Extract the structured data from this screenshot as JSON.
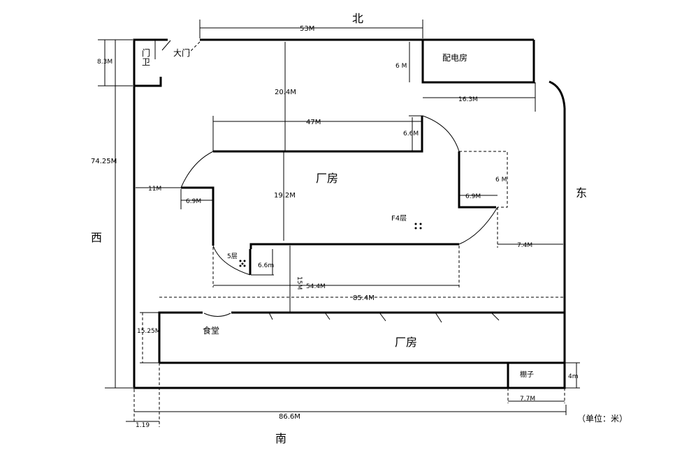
{
  "compass": {
    "north": "北",
    "south": "南",
    "east": "东",
    "west": "西"
  },
  "unit_note": "（单位：米）",
  "rooms": {
    "main_workshop": "厂房",
    "south_workshop": "厂房",
    "power_room": "配电房",
    "canteen": "食堂",
    "shed": "棚子",
    "guard_room_line1": "门",
    "guard_room_line2": "卫",
    "main_gate": "大门",
    "floor_f4": "F4层",
    "floor_5": "5层"
  },
  "dimensions": {
    "top_53": "53M",
    "north_gap_6": "6 M",
    "gate_8_3": "8.3M",
    "north_20_4": "20.4M",
    "width_47": "47M",
    "notch_6_6": "6.6M",
    "power_16_3": "16.3M",
    "total_74_25": "74.25M",
    "west_11": "11M",
    "notch_6_9_left": "6.9M",
    "mid_19_2": "19.2M",
    "right_6": "6 M",
    "notch_6_9_right": "6.9M",
    "east_7_4": "7.4M",
    "sw_6_6": "6.6m",
    "gap_15": "15M",
    "bottom_54_4": "54.4M",
    "south_85_4": "85.4M",
    "canteen_15_25": "15.25M",
    "shed_4": "4m",
    "shed_7_7": "7.7M",
    "total_86_6": "86.6M",
    "corner_1_19": "1.19"
  }
}
